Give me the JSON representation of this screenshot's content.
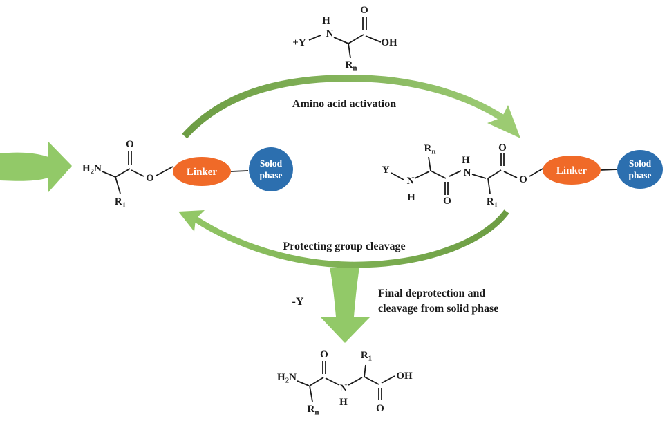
{
  "figure": {
    "title_semantic": "Solid-phase peptide synthesis cycle",
    "colors": {
      "arrow_green": "#92C968",
      "arc_green_dark": "#6C9C43",
      "arc_green_light": "#9FCE77",
      "linker_orange": "#F06A28",
      "solid_phase_blue": "#2C6FAF",
      "ink": "#1B1B1B"
    },
    "captions": {
      "activation": "Amino acid activation",
      "deprotection": "Protecting group cleavage",
      "minus_y": "-Y",
      "final_line1": "Final deprotection and",
      "final_line2": "cleavage from solid phase"
    },
    "resin": {
      "linker": "Linker",
      "solid_line1": "Solod",
      "solid_line2": "phase"
    },
    "structures": {
      "incoming": {
        "plus_y": "+Y",
        "h_on_n": "H",
        "n": "N",
        "carbonyl_o": "O",
        "oh": "OH",
        "r_n": {
          "base": "R",
          "sub": "n"
        }
      },
      "anchored": {
        "h2n": {
          "pre": "H",
          "sub": "2",
          "post": "N"
        },
        "carbonyl_o": "O",
        "ester_o": "O",
        "r_1": {
          "base": "R",
          "sub": "1"
        }
      },
      "coupled": {
        "y": "Y",
        "n1": "N",
        "h1": "H",
        "r_n": {
          "base": "R",
          "sub": "n"
        },
        "carbonyl1_o": "O",
        "h2": "H",
        "n2": "N",
        "r_1": {
          "base": "R",
          "sub": "1"
        },
        "carbonyl2_o": "O",
        "ester_o": "O"
      },
      "product": {
        "h2n": {
          "pre": "H",
          "sub": "2",
          "post": "N"
        },
        "carbonyl1_o": "O",
        "r_n": {
          "base": "R",
          "sub": "n"
        },
        "n": "N",
        "h": "H",
        "r_1": {
          "base": "R",
          "sub": "1"
        },
        "carbonyl2_o": "O",
        "oh": "OH"
      }
    }
  }
}
